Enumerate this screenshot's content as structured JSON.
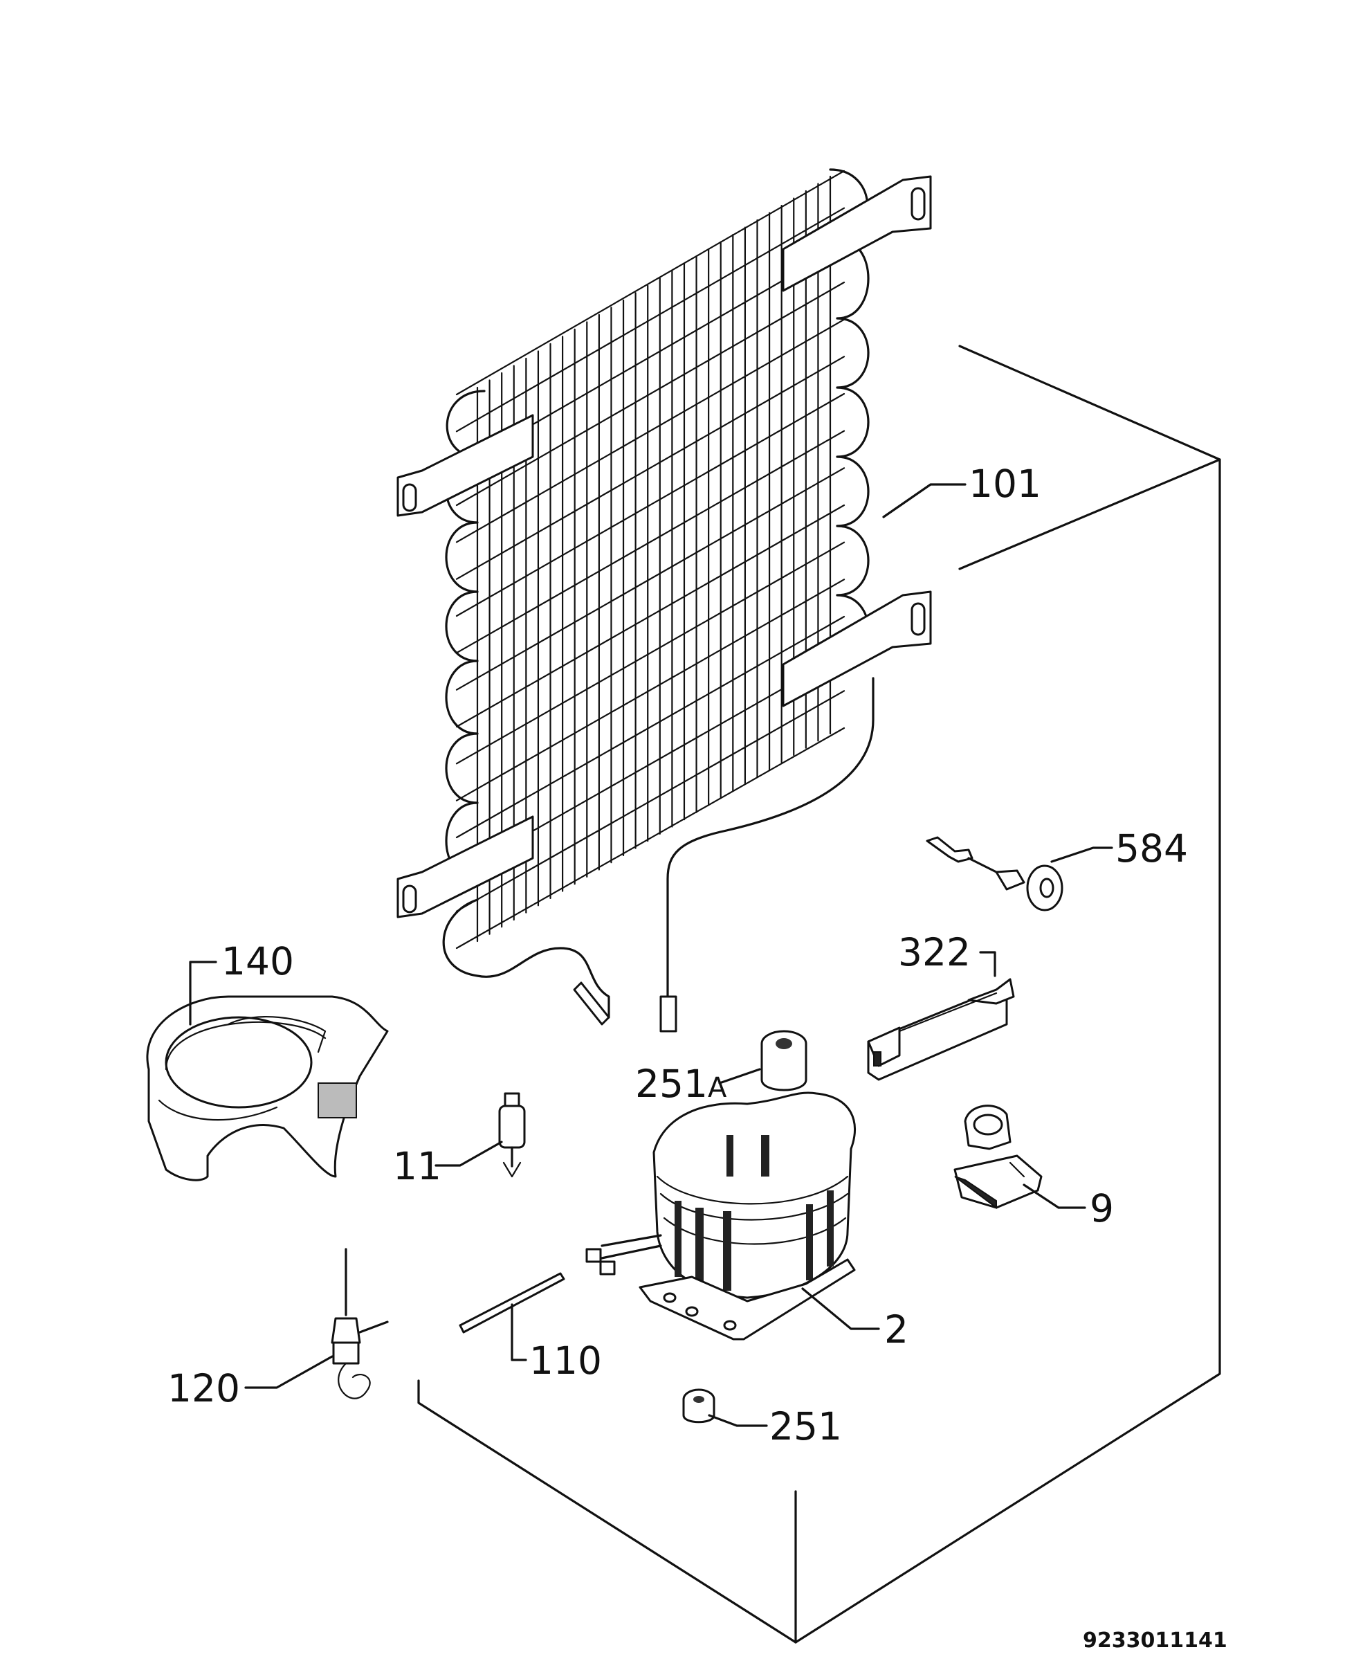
{
  "diagram": {
    "document_number": "9233011141",
    "parts": [
      {
        "id": "condenser",
        "label": "101"
      },
      {
        "id": "thermostat-probe",
        "label": "584"
      },
      {
        "id": "bracket",
        "label": "322"
      },
      {
        "id": "drip-tray",
        "label": "140"
      },
      {
        "id": "grommet-a",
        "label": "251",
        "suffix": "A"
      },
      {
        "id": "filter-dryer",
        "label": "11"
      },
      {
        "id": "relay-clip",
        "label": "9"
      },
      {
        "id": "compressor",
        "label": "2"
      },
      {
        "id": "process-tube",
        "label": "110"
      },
      {
        "id": "service-valve",
        "label": "120"
      },
      {
        "id": "grommet",
        "label": "251"
      }
    ]
  }
}
